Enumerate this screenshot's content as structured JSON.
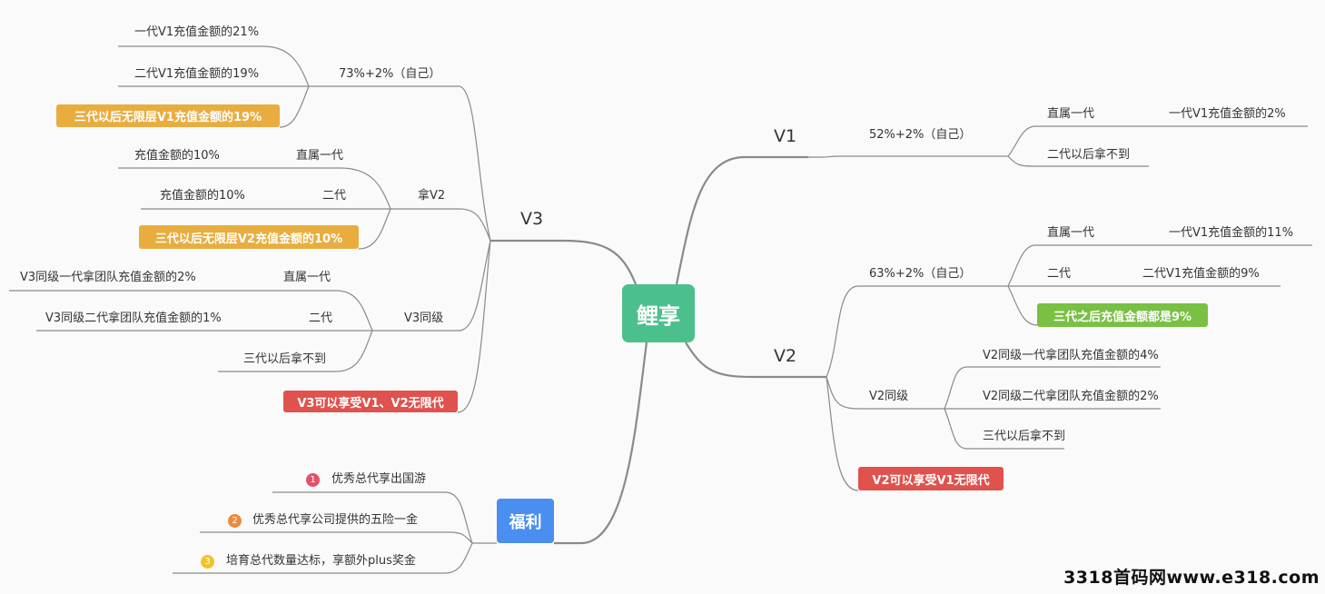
{
  "root": {
    "label": "鲤享",
    "color": "#4cc08c"
  },
  "v1": {
    "label": "V1",
    "rate": "52%+2%（自己）",
    "children": [
      {
        "label": "直属一代",
        "detail": "一代V1充值金额的2%"
      },
      {
        "label": "二代以后拿不到"
      }
    ]
  },
  "v2": {
    "label": "V2",
    "rate": "63%+2%（自己）",
    "rate_children": [
      {
        "label": "直属一代",
        "detail": "一代V1充值金额的11%"
      },
      {
        "label": "二代",
        "detail": "二代V1充值金额的9%"
      },
      {
        "label": "三代之后充值金额都是9%"
      }
    ],
    "peer": "V2同级",
    "peer_children": [
      "V2同级一代拿团队充值金额的4%",
      "V2同级二代拿团队充值金额的2%",
      "三代以后拿不到"
    ],
    "note": "V2可以享受V1无限代"
  },
  "v3": {
    "label": "V3",
    "rate": "73%+2%（自己）",
    "rate_children": [
      "一代V1充值金额的21%",
      "二代V1充值金额的19%",
      "三代以后无限层V1充值金额的19%"
    ],
    "take_v2": "拿V2",
    "take_v2_children": [
      {
        "label": "直属一代",
        "detail": "充值金额的10%"
      },
      {
        "label": "二代",
        "detail": "充值金额的10%"
      },
      {
        "label": "三代以后无限层V2充值金额的10%"
      }
    ],
    "peer": "V3同级",
    "peer_children": [
      {
        "label": "直属一代",
        "detail": "V3同级一代拿团队充值金额的2%"
      },
      {
        "label": "二代",
        "detail": "V3同级二代拿团队充值金额的1%"
      },
      {
        "label": "三代以后拿不到"
      }
    ],
    "note": "V3可以享受V1、V2无限代"
  },
  "benefits": {
    "label": "福利",
    "items": [
      {
        "num": "1",
        "label": "优秀总代享出国游",
        "color": "#e5506a"
      },
      {
        "num": "2",
        "label": "优秀总代享公司提供的五险一金",
        "color": "#ee8a3c"
      },
      {
        "num": "3",
        "label": "培育总代数量达标，享额外plus奖金",
        "color": "#f3c22b"
      }
    ]
  },
  "watermark": "3318首码网www.e318.com"
}
